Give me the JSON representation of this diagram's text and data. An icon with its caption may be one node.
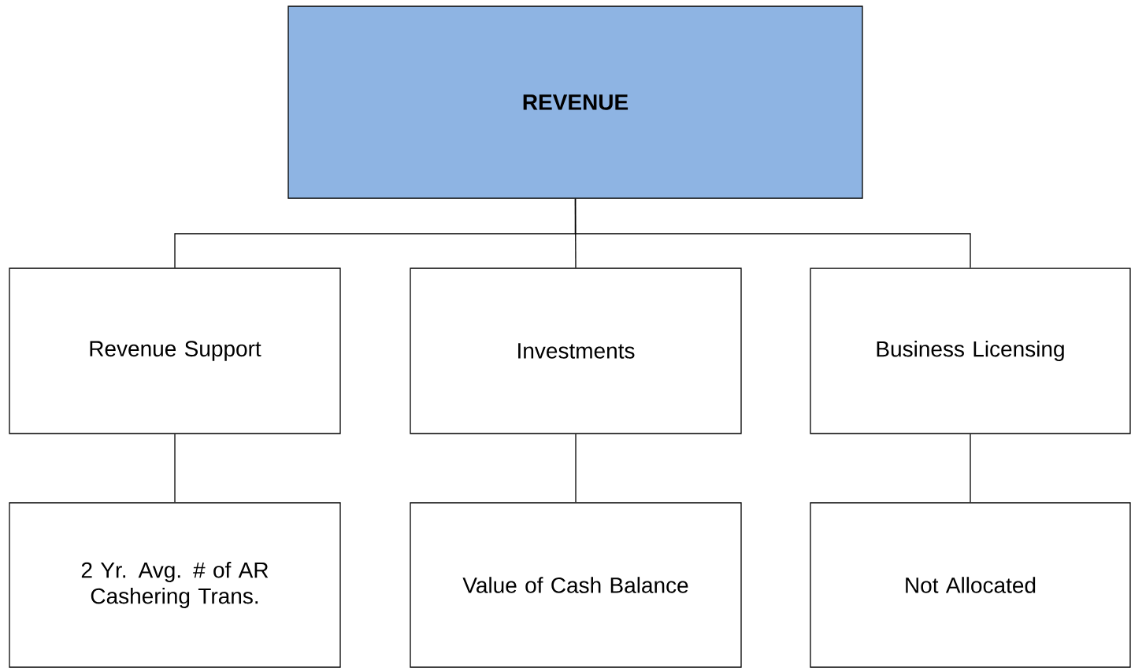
{
  "diagram": {
    "nodes": [
      {
        "text": [
          "REVENUE"
        ]
      },
      {
        "text": [
          "Revenue Support"
        ]
      },
      {
        "text": [
          "Investments"
        ]
      },
      {
        "text": [
          "Business Licensing"
        ]
      },
      {
        "text": [
          "2 Yr. Avg. # of AR Cashering Trans."
        ]
      },
      {
        "text": [
          "Value of Cash Balance"
        ]
      },
      {
        "text": [
          "Not Allocated"
        ]
      }
    ],
    "edges": [
      {
        "from": 0,
        "to": 1,
        "arrow": "none"
      },
      {
        "from": 0,
        "to": 2,
        "arrow": "none"
      },
      {
        "from": 0,
        "to": 3,
        "arrow": "none"
      },
      {
        "from": 1,
        "to": 4,
        "arrow": "none"
      },
      {
        "from": 2,
        "to": 5,
        "arrow": "none"
      },
      {
        "from": 3,
        "to": 6,
        "arrow": "none"
      }
    ]
  }
}
